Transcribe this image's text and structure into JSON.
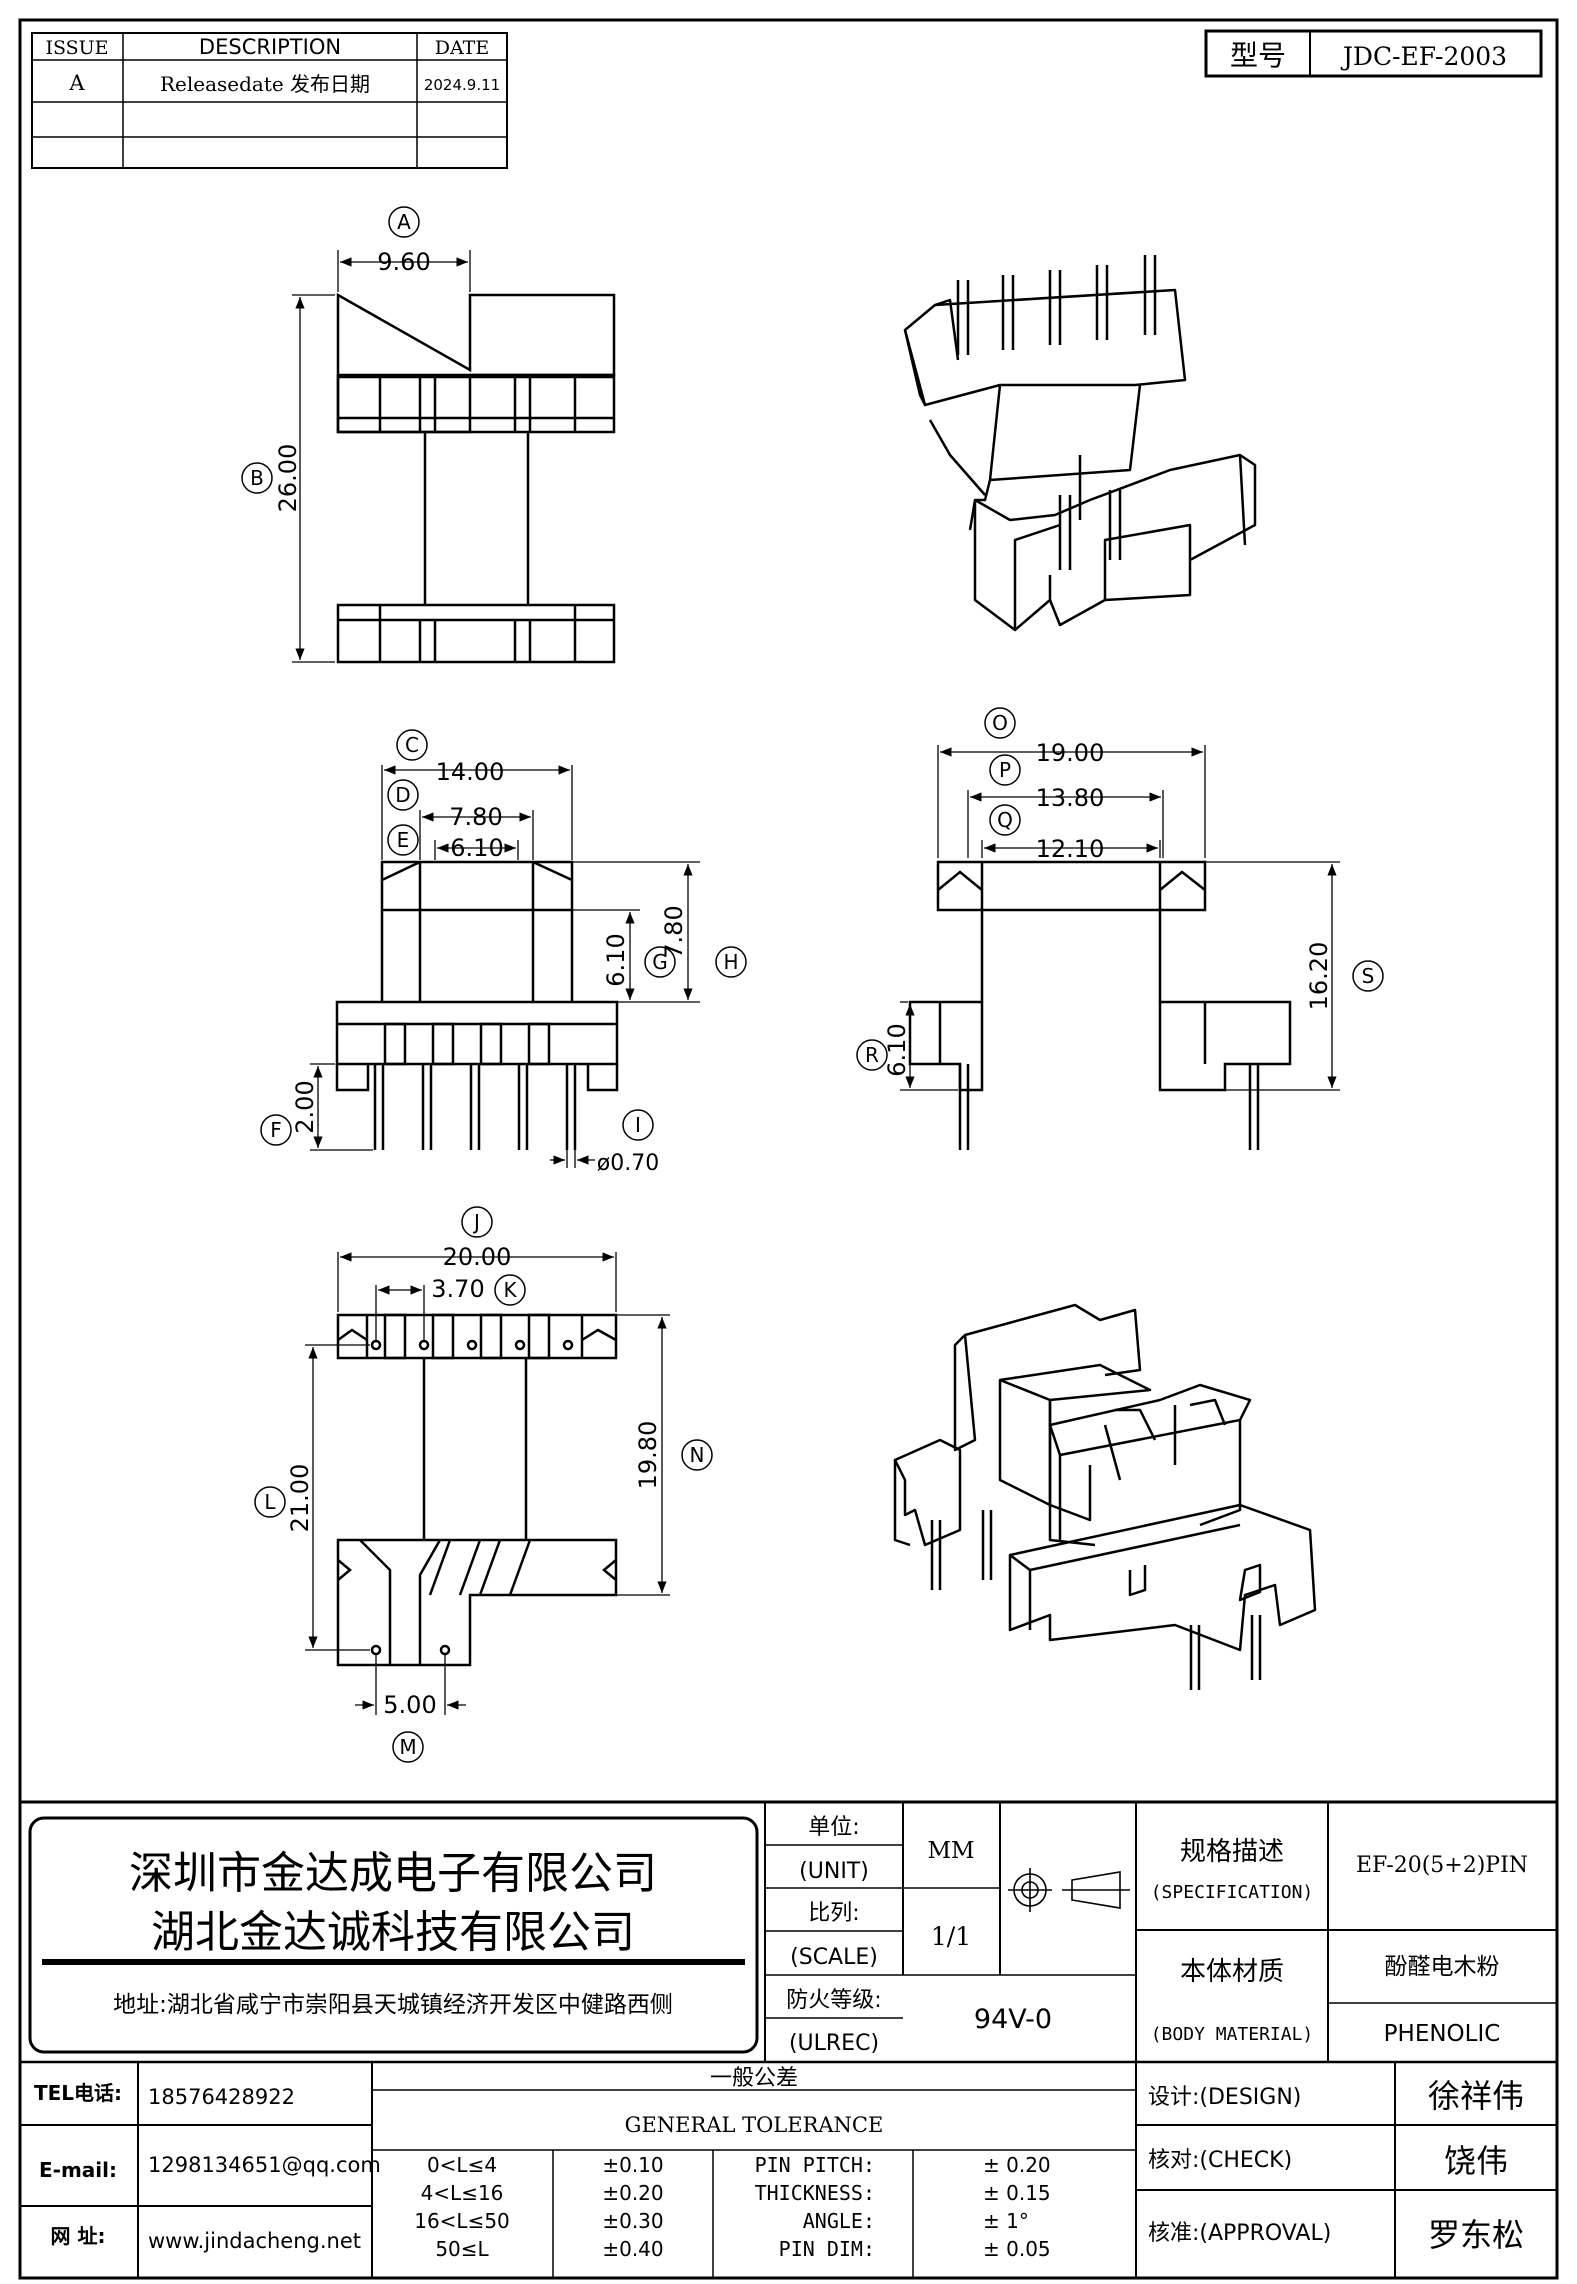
{
  "revision_table": {
    "headers": [
      "ISSUE",
      "DESCRIPTION",
      "DATE"
    ],
    "rows": [
      [
        "A",
        "Releasedate 发布日期",
        "2024.9.11"
      ],
      [
        "",
        "",
        ""
      ],
      [
        "",
        "",
        ""
      ]
    ]
  },
  "model": {
    "label": "型号",
    "value": "JDC-EF-2003"
  },
  "views": {
    "top": {
      "dims": {
        "A": "9.60",
        "B": "26.00"
      }
    },
    "front": {
      "dims": {
        "C": "14.00",
        "D": "7.80",
        "E": "6.10",
        "F": "2.00",
        "G": "6.10",
        "H": "7.80",
        "I": "ø0.70"
      }
    },
    "side": {
      "dims": {
        "O": "19.00",
        "P": "13.80",
        "Q": "12.10",
        "R": "6.10",
        "S": "16.20"
      }
    },
    "bottom": {
      "dims": {
        "J": "20.00",
        "K": "3.70",
        "L": "21.00",
        "M": "5.00",
        "N": "19.80"
      }
    }
  },
  "company": {
    "name1": "深圳市金达成电子有限公司",
    "name2": "湖北金达诚科技有限公司",
    "address": "地址:湖北省咸宁市崇阳县天城镇经济开发区中健路西侧"
  },
  "spec": {
    "unit_label": "单位:",
    "unit_label_en": "(UNIT)",
    "unit": "MM",
    "scale_label": "比列:",
    "scale_label_en": "(SCALE)",
    "scale": "1/1",
    "fire_label": "防火等级:",
    "fire_label_en": "(ULREC)",
    "fire": "94V-0",
    "spec_label": "规格描述",
    "spec_label_en": "(SPECIFICATION)",
    "spec_value": "EF-20(5+2)PIN",
    "material_label": "本体材质",
    "material_label_en": "(BODY MATERIAL)",
    "material_cn": "酚醛电木粉",
    "material_en": "PHENOLIC"
  },
  "contact": {
    "tel_label": "TEL电话:",
    "tel": "18576428922",
    "email_label": "E-mail:",
    "email": "1298134651@qq.com",
    "web_label": "网  址:",
    "web": "www.jindacheng.net"
  },
  "tolerance": {
    "title_cn": "一般公差",
    "title_en": "GENERAL TOLERANCE",
    "ranges": [
      [
        "0<L≤4",
        "±0.10"
      ],
      [
        "4<L≤16",
        "±0.20"
      ],
      [
        "16<L≤50",
        "±0.30"
      ],
      [
        "50≤L",
        "±0.40"
      ]
    ],
    "specs": [
      [
        "PIN PITCH:",
        "±  0.20"
      ],
      [
        "THICKNESS:",
        "±  0.15"
      ],
      [
        "ANGLE:",
        "±  1°"
      ],
      [
        "PIN DIM:",
        "±  0.05"
      ]
    ]
  },
  "signoff": [
    {
      "label": "设计:(DESIGN)",
      "name": "徐祥伟"
    },
    {
      "label": "核对:(CHECK)",
      "name": "饶伟"
    },
    {
      "label": "核准:(APPROVAL)",
      "name": "罗东松"
    }
  ]
}
